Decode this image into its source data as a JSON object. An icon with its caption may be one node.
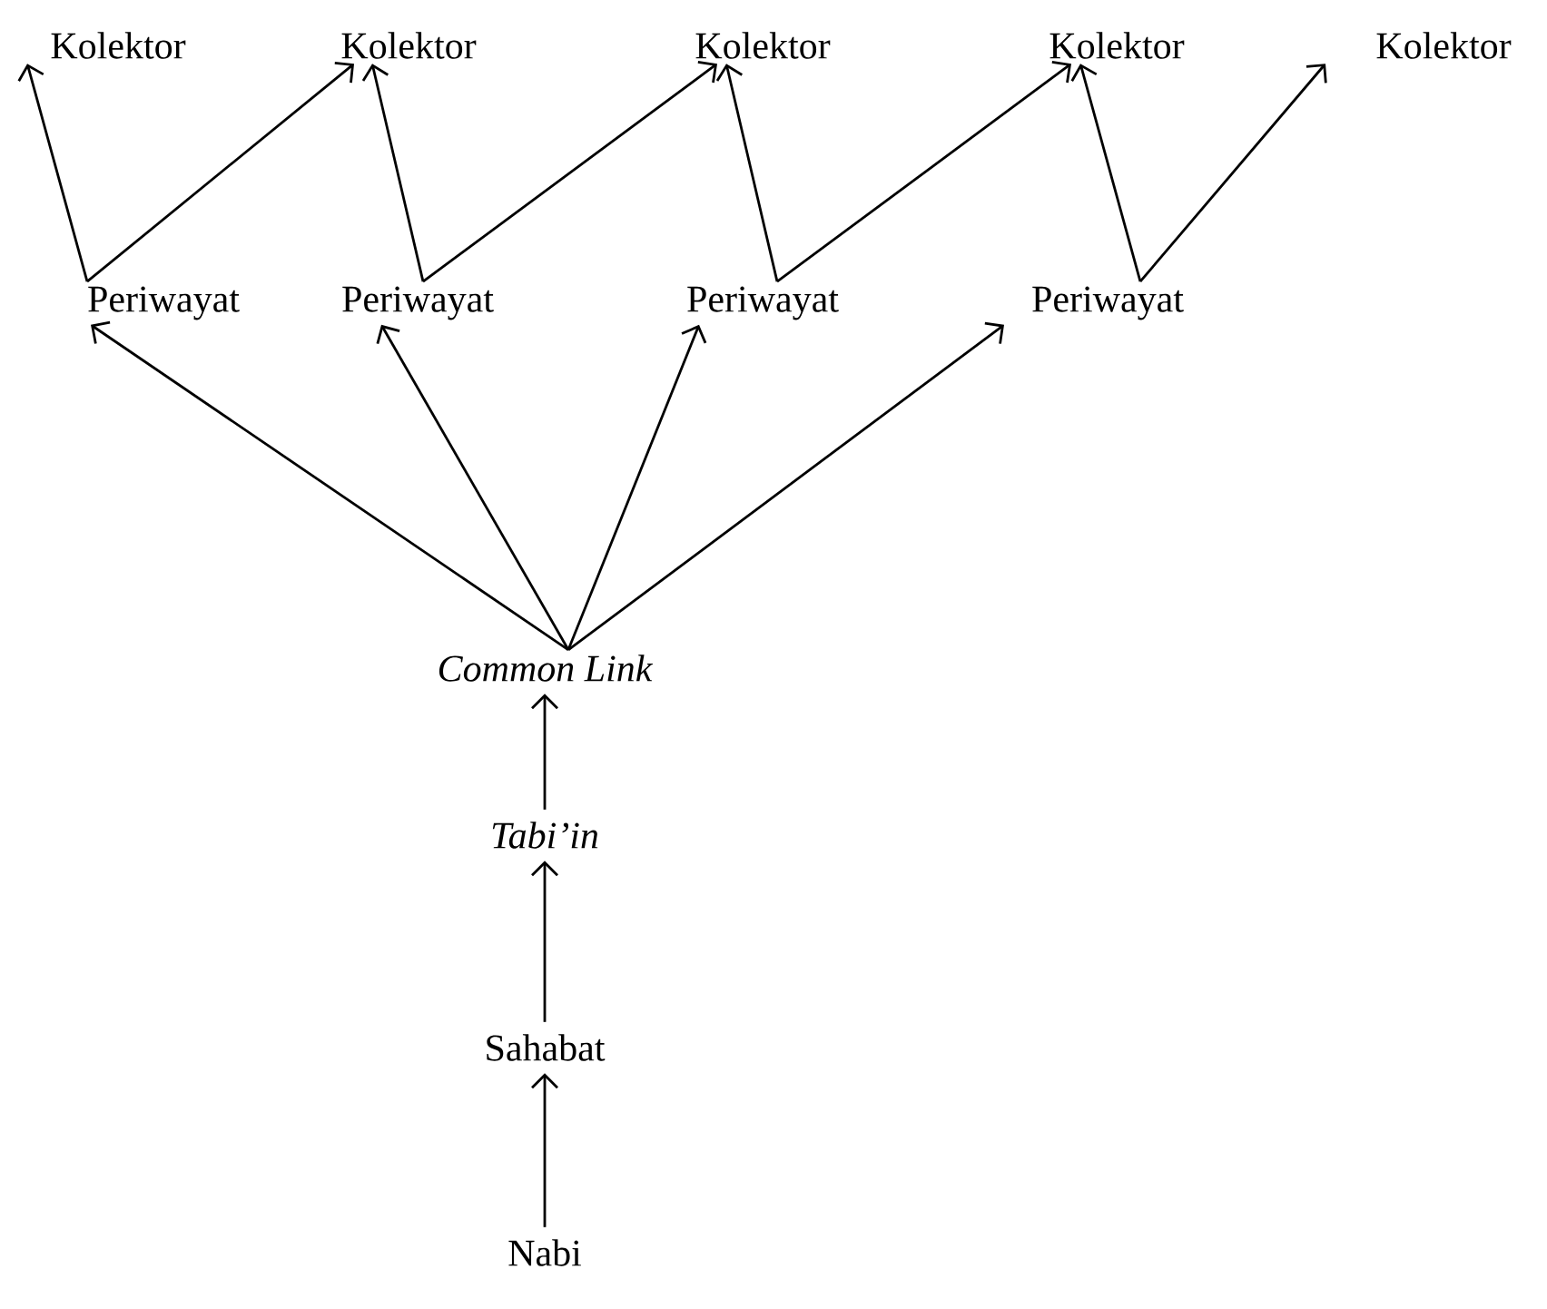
{
  "diagram": {
    "nodes": [
      {
        "text": [
          "Kolektor"
        ]
      },
      {
        "text": [
          "Kolektor"
        ]
      },
      {
        "text": [
          "Kolektor"
        ]
      },
      {
        "text": [
          "Kolektor"
        ]
      },
      {
        "text": [
          "Kolektor"
        ]
      },
      {
        "text": [
          "Periwayat"
        ]
      },
      {
        "text": [
          "Periwayat"
        ]
      },
      {
        "text": [
          "Periwayat"
        ]
      },
      {
        "text": [
          "Periwayat"
        ]
      },
      {
        "text": [
          "Common Link"
        ]
      },
      {
        "text": [
          "Tabi’in"
        ]
      },
      {
        "text": [
          "Sahabat"
        ]
      },
      {
        "text": [
          "Nabi"
        ]
      }
    ],
    "edges": [
      {
        "from": 12,
        "to": 11,
        "arrow": "to"
      },
      {
        "from": 11,
        "to": 10,
        "arrow": "to"
      },
      {
        "from": 10,
        "to": 9,
        "arrow": "to"
      },
      {
        "from": 9,
        "to": 5,
        "arrow": "to"
      },
      {
        "from": 9,
        "to": 6,
        "arrow": "to"
      },
      {
        "from": 9,
        "to": 7,
        "arrow": "to"
      },
      {
        "from": 9,
        "to": 8,
        "arrow": "to"
      },
      {
        "from": 5,
        "to": 0,
        "arrow": "to"
      },
      {
        "from": 5,
        "to": 1,
        "arrow": "to"
      },
      {
        "from": 6,
        "to": 1,
        "arrow": "to"
      },
      {
        "from": 6,
        "to": 2,
        "arrow": "to"
      },
      {
        "from": 7,
        "to": 2,
        "arrow": "to"
      },
      {
        "from": 7,
        "to": 3,
        "arrow": "to"
      },
      {
        "from": 8,
        "to": 3,
        "arrow": "to"
      },
      {
        "from": 8,
        "to": 4,
        "arrow": "to"
      }
    ]
  }
}
